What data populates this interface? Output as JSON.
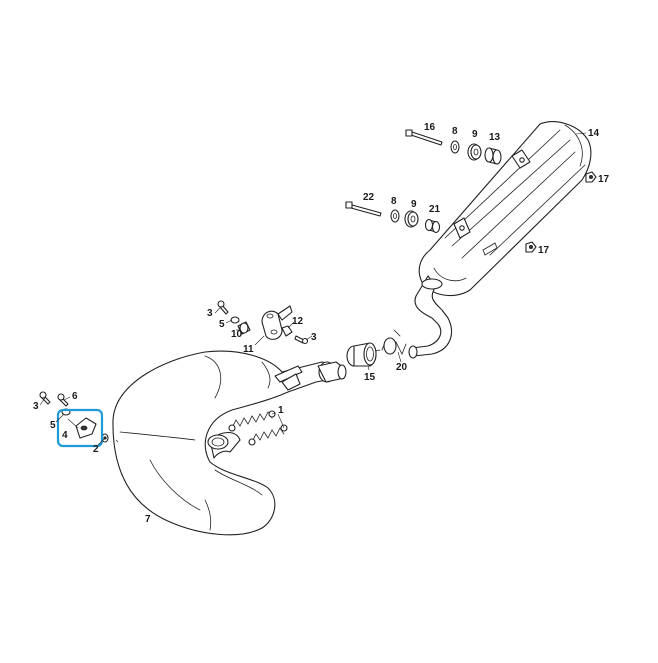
{
  "diagram": {
    "highlight_color": "#1e9ad6",
    "line_color": "#222222",
    "callouts": {
      "c1": "1",
      "c2": "2",
      "c3a": "3",
      "c3b": "3",
      "c3c": "3",
      "c4": "4",
      "c5a": "5",
      "c5b": "5",
      "c6": "6",
      "c7": "7",
      "c8a": "8",
      "c8b": "8",
      "c9a": "9",
      "c9b": "9",
      "c10": "10",
      "c11": "11",
      "c12": "12",
      "c13": "13",
      "c14": "14",
      "c15": "15",
      "c16": "16",
      "c17a": "17",
      "c17b": "17",
      "c20": "20",
      "c21": "21",
      "c22": "22"
    }
  }
}
